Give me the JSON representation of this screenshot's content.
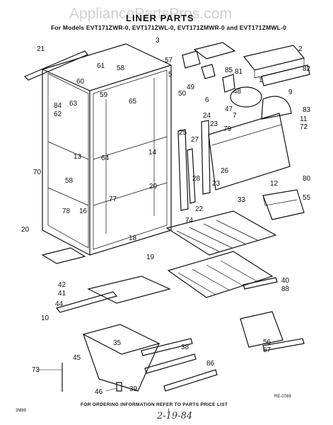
{
  "watermark": "AppliancePartsPros.com",
  "header": {
    "title": "LINER PARTS",
    "subtitle": "For Models EVT171ZWR-0, EVT171ZWL-0, EVT171ZMWR-0 and EVT171ZMWL-0"
  },
  "footer": {
    "note": "FOR ORDERING INFORMATION REFER TO PARTS PRICE LIST",
    "figure_id": "RE-0769",
    "page_code": "3M89",
    "page_number": "1",
    "handwritten": "2-19-84"
  },
  "callouts": [
    "21",
    "3",
    "2",
    "57",
    "61",
    "58",
    "60",
    "59",
    "65",
    "85",
    "81",
    "82",
    "5",
    "49",
    "50",
    "6",
    "1",
    "48",
    "9",
    "83",
    "84",
    "62",
    "63",
    "47",
    "7",
    "11",
    "72",
    "13",
    "24",
    "23",
    "79",
    "14",
    "25",
    "27",
    "64",
    "26",
    "80",
    "70",
    "58",
    "28",
    "29",
    "23",
    "33",
    "12",
    "77",
    "78",
    "16",
    "22",
    "55",
    "20",
    "74",
    "18",
    "19",
    "40",
    "88",
    "42",
    "41",
    "10",
    "44",
    "35",
    "45",
    "56",
    "67",
    "38",
    "86",
    "73",
    "46",
    "39"
  ]
}
